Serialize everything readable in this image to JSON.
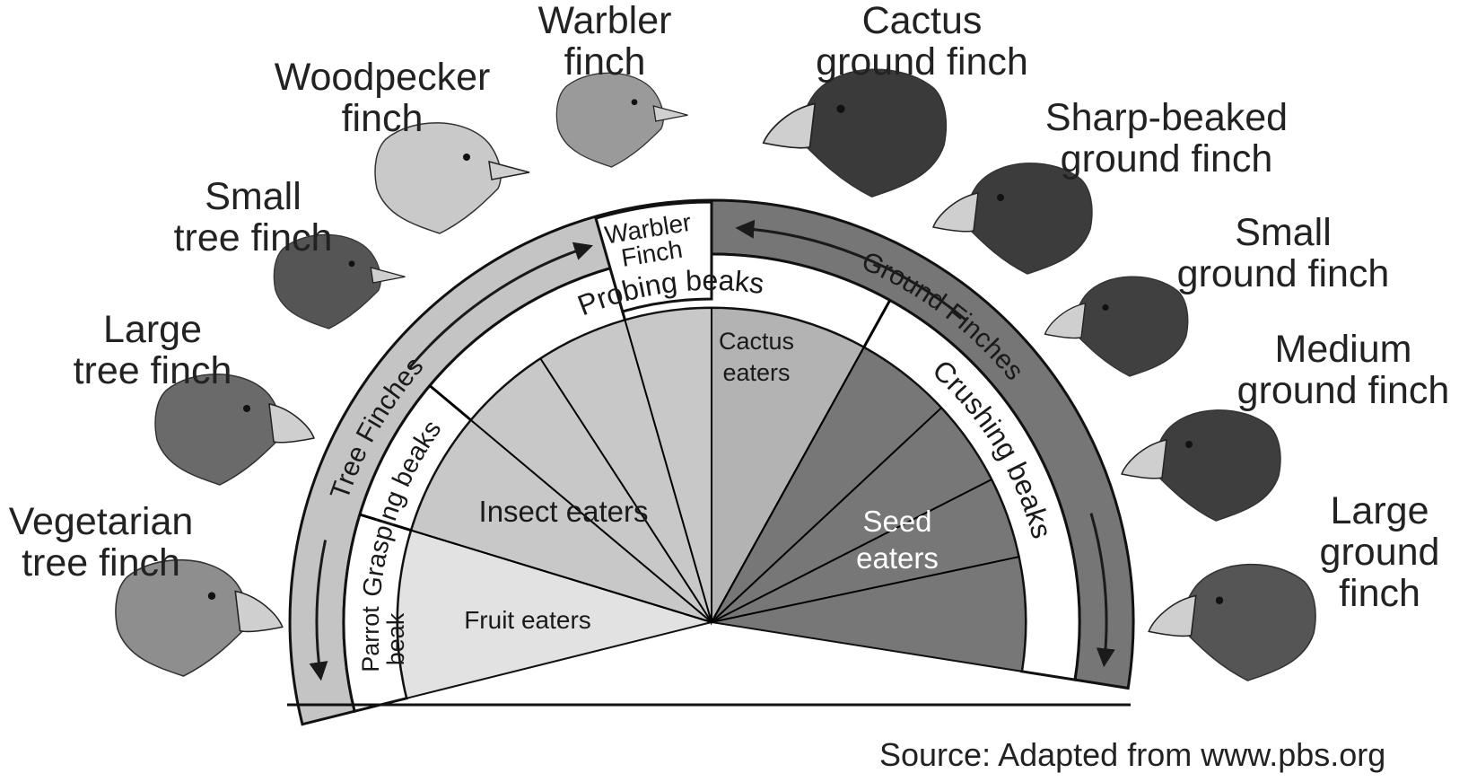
{
  "finches": [
    {
      "lines": [
        "Vegetarian",
        "tree finch"
      ],
      "head_tone": "#8e8e8e"
    },
    {
      "lines": [
        "Large",
        "tree finch"
      ],
      "head_tone": "#6a6a6a"
    },
    {
      "lines": [
        "Small",
        "tree finch"
      ],
      "head_tone": "#555555"
    },
    {
      "lines": [
        "Woodpecker",
        "finch"
      ],
      "head_tone": "#c9c9c9"
    },
    {
      "lines": [
        "Warbler",
        "finch"
      ],
      "head_tone": "#9a9a9a"
    },
    {
      "lines": [
        "Cactus",
        "ground finch"
      ],
      "head_tone": "#3a3a3a"
    },
    {
      "lines": [
        "Sharp-beaked",
        "ground finch"
      ],
      "head_tone": "#3c3c3c"
    },
    {
      "lines": [
        "Small",
        "ground finch"
      ],
      "head_tone": "#404040"
    },
    {
      "lines": [
        "Medium",
        "ground finch"
      ],
      "head_tone": "#3e3e3e"
    },
    {
      "lines": [
        "Large",
        "ground",
        "finch"
      ],
      "head_tone": "#555555"
    }
  ],
  "groups": {
    "tree": "Tree Finches",
    "ground": "Ground Finches"
  },
  "beak_types": {
    "parrot": [
      "Parrot",
      "beak"
    ],
    "grasping": "Grasping beaks",
    "probing": "Probing beaks",
    "warbler": [
      "Warbler",
      "Finch"
    ],
    "crushing": "Crushing beaks"
  },
  "diets": {
    "fruit": "Fruit eaters",
    "insect": "Insect eaters",
    "cactus": [
      "Cactus",
      "eaters"
    ],
    "seed": [
      "Seed",
      "eaters"
    ]
  },
  "colors": {
    "tree_band": "#c4c4c4",
    "ground_band": "#767676",
    "fruit": "#e2e2e2",
    "insect": "#c8c8c8",
    "cactus": "#b3b3b3",
    "seed": "#777777",
    "beak_band": "#ffffff",
    "line": "#000000"
  },
  "source": "Source: Adapted from www.pbs.org"
}
